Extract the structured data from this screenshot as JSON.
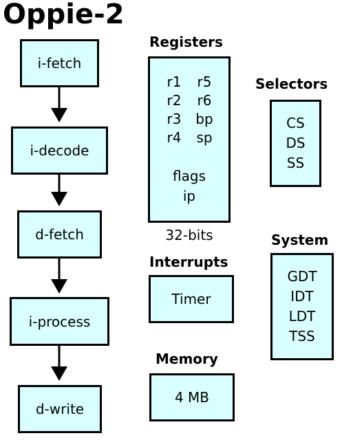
{
  "title": "Oppie-2",
  "pipeline": [
    "i-fetch",
    "i-decode",
    "d-fetch",
    "i-process",
    "d-write"
  ],
  "registers": {
    "heading": "Registers",
    "grid": [
      [
        "r1",
        "r5"
      ],
      [
        "r2",
        "r6"
      ],
      [
        "r3",
        "bp"
      ],
      [
        "r4",
        "sp"
      ]
    ],
    "extra": [
      "flags",
      "ip"
    ],
    "width_label": "32-bits"
  },
  "selectors": {
    "heading": "Selectors",
    "items": [
      "CS",
      "DS",
      "SS"
    ]
  },
  "system": {
    "heading": "System",
    "items": [
      "GDT",
      "IDT",
      "LDT",
      "TSS"
    ]
  },
  "interrupts": {
    "heading": "Interrupts",
    "item": "Timer"
  },
  "memory": {
    "heading": "Memory",
    "item": "4 MB"
  },
  "colors": {
    "box_fill": "#d9ffff",
    "stroke": "#000000"
  }
}
